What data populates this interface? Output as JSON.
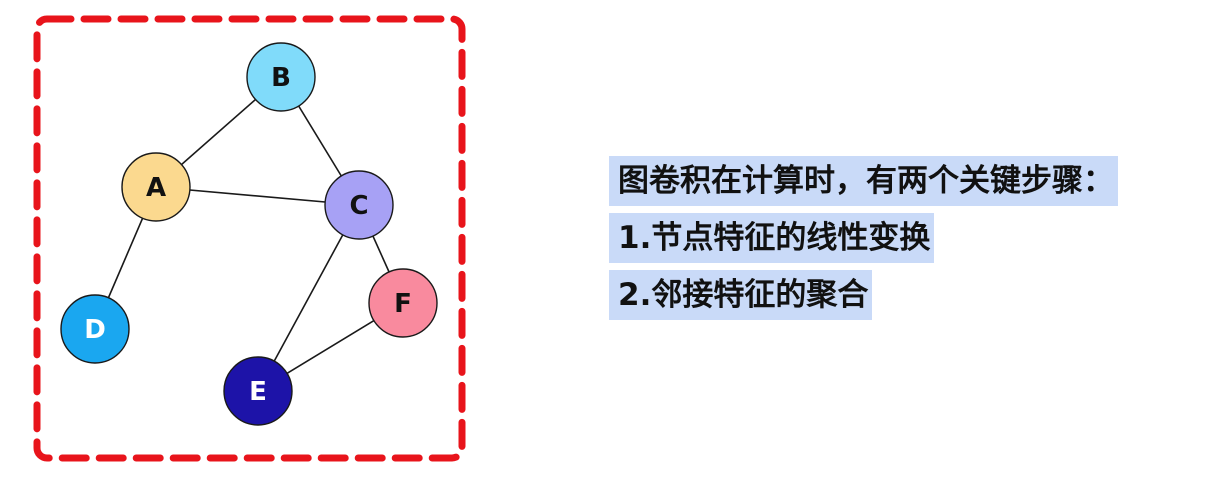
{
  "diagram": {
    "border_color": "#e8141b",
    "edge_color": "#1a1a1a",
    "nodes": [
      {
        "id": "B",
        "label": "B",
        "fill": "#80dbfa",
        "text_color": "#111111"
      },
      {
        "id": "A",
        "label": "A",
        "fill": "#fbd98f",
        "text_color": "#111111"
      },
      {
        "id": "C",
        "label": "C",
        "fill": "#a7a1f5",
        "text_color": "#111111"
      },
      {
        "id": "D",
        "label": "D",
        "fill": "#1aa7f0",
        "text_color": "#ffffff"
      },
      {
        "id": "F",
        "label": "F",
        "fill": "#f98a9e",
        "text_color": "#111111"
      },
      {
        "id": "E",
        "label": "E",
        "fill": "#1d13a8",
        "text_color": "#ffffff"
      }
    ],
    "edges": [
      [
        "A",
        "B"
      ],
      [
        "B",
        "C"
      ],
      [
        "A",
        "C"
      ],
      [
        "A",
        "D"
      ],
      [
        "C",
        "F"
      ],
      [
        "C",
        "E"
      ],
      [
        "E",
        "F"
      ]
    ]
  },
  "description": {
    "highlight_color": "#c9daf8",
    "lines": [
      "图卷积在计算时，有两个关键步骤：",
      "1.节点特征的线性变换",
      "2.邻接特征的聚合"
    ]
  }
}
